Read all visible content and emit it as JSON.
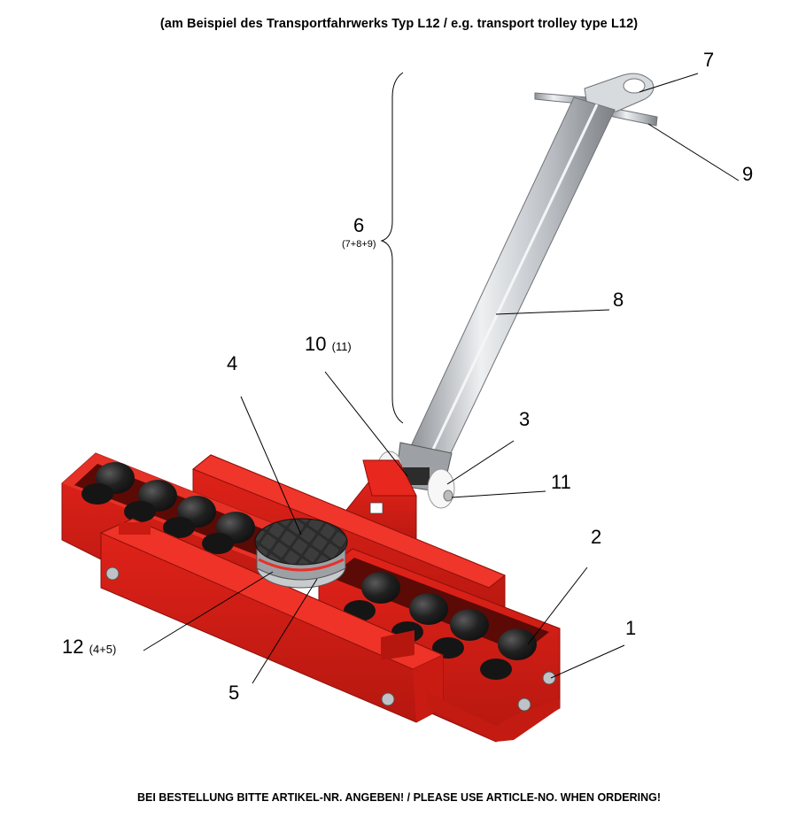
{
  "header": "(am Beispiel des Transportfahrwerks Typ L12 / e.g. transport trolley type L12)",
  "footer": "BEI BESTELLUNG BITTE ARTIKEL-NR. ANGEBEN! / PLEASE USE ARTICLE-NO. WHEN ORDERING!",
  "callouts": {
    "c1": "1",
    "c2": "2",
    "c3": "3",
    "c4": "4",
    "c5": "5",
    "c6": "6",
    "c6_sub": "(7+8+9)",
    "c7": "7",
    "c8": "8",
    "c9": "9",
    "c10": "10",
    "c10_sub": "(11)",
    "c11": "11",
    "c12": "12",
    "c12_sub": "(4+5)"
  },
  "colors": {
    "frame_red": "#e2231a",
    "frame_dark_red": "#a5140e",
    "roller_black": "#1b1b1b",
    "handle_silver": "#c9ccd0",
    "pad_rubber": "#2a2a2a"
  }
}
